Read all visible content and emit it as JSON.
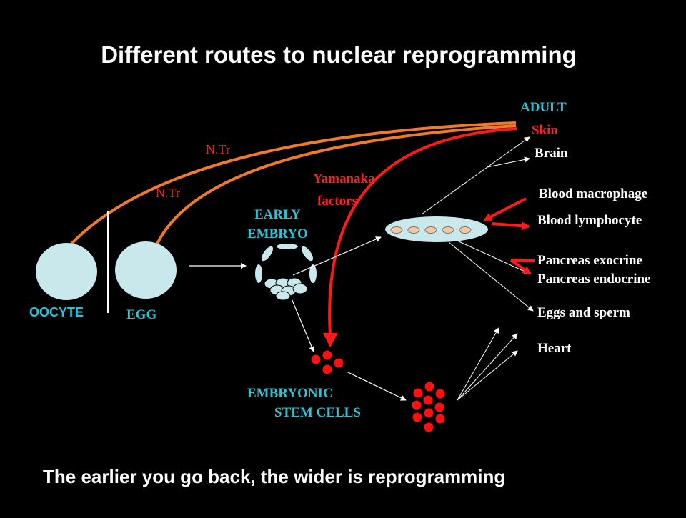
{
  "title": "Different routes to nuclear reprogramming",
  "footer": "The earlier you go back, the wider is reprogramming",
  "labels": {
    "adult": "ADULT",
    "skin": "Skin",
    "ntr_upper": "N.Tr",
    "ntr_lower": "N.Tr",
    "yamanaka_1": "Yamanaka",
    "yamanaka_2": "factors",
    "early_1": "EARLY",
    "early_2": "EMBRYO",
    "oocyte": "OOCYTE",
    "egg": "EGG",
    "esc_1": "EMBRYONIC",
    "esc_2": "STEM CELLS"
  },
  "tissues": [
    "Brain",
    "Blood macrophage",
    "Blood lymphocyte",
    "Pancreas exocrine",
    "Pancreas endocrine",
    "Eggs and sperm",
    "Heart"
  ],
  "colors": {
    "background": "#000000",
    "cell_fill": "#c8e8ec",
    "cyan_label": "#29c4d6",
    "ntr_arrow": "#f07a28",
    "red": "#ff1a1a"
  }
}
